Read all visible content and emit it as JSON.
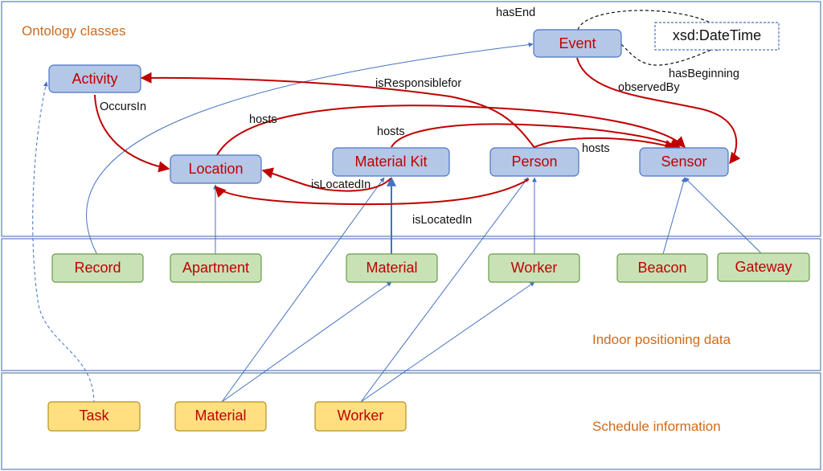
{
  "colors": {
    "ontology_fill": "#b4c7e7",
    "ontology_stroke": "#4a72c4",
    "data_fill": "#c8e2b6",
    "data_stroke": "#6a9a4a",
    "schedule_fill": "#ffdf80",
    "schedule_stroke": "#b89120",
    "node_text": "#c00000",
    "relation_red": "#c00000",
    "link_blue": "#4472c4",
    "section_label": "#d06a1a",
    "panel_border": "#5b7fb9"
  },
  "sections": {
    "ontology": "Ontology classes",
    "indoor": "Indoor positioning data",
    "schedule": "Schedule information"
  },
  "nodes": {
    "event": "Event",
    "datetime": "xsd:DateTime",
    "activity": "Activity",
    "location": "Location",
    "material_kit": "Material Kit",
    "person": "Person",
    "sensor": "Sensor",
    "record": "Record",
    "apartment": "Apartment",
    "material_data": "Material",
    "worker_data": "Worker",
    "beacon": "Beacon",
    "gateway": "Gateway",
    "task": "Task",
    "material_sched": "Material",
    "worker_sched": "Worker"
  },
  "edges": {
    "has_end": "hasEnd",
    "has_beginning": "hasBeginning",
    "observed_by": "observedBy",
    "is_responsible_for": "isResponsiblefor",
    "occurs_in": "OccursIn",
    "hosts_1": "hosts",
    "hosts_2": "hosts",
    "hosts_3": "hosts",
    "is_located_in_1": "isLocatedIn",
    "is_located_in_2": "isLocatedIn"
  }
}
